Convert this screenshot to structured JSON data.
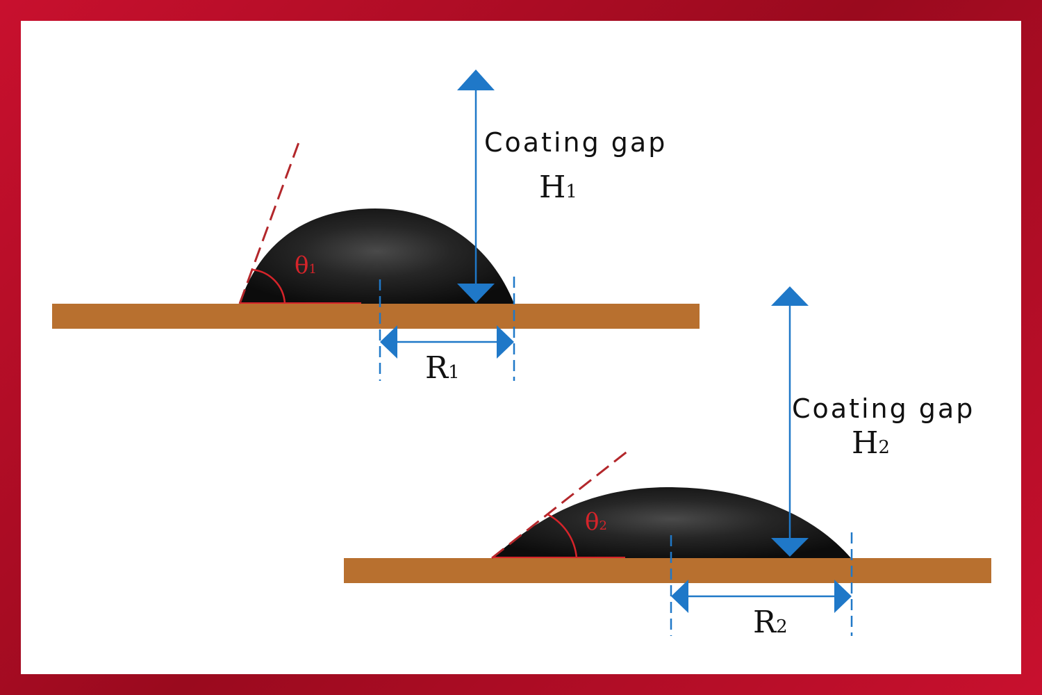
{
  "diagram": {
    "top": {
      "gap_label": "Coating gap",
      "h_symbol": "H",
      "h_sub": "1",
      "r_symbol": "R",
      "r_sub": "1",
      "theta_symbol": "θ",
      "theta_sub": "1"
    },
    "bottom": {
      "gap_label": "Coating gap",
      "h_symbol": "H",
      "h_sub": "2",
      "r_symbol": "R",
      "r_sub": "2",
      "theta_symbol": "θ",
      "theta_sub": "2"
    }
  },
  "colors": {
    "frame": "#c8102e",
    "substrate": "#b8702f",
    "droplet": "#151515",
    "arrow": "#1f78c8",
    "angle": "#d6242a"
  }
}
